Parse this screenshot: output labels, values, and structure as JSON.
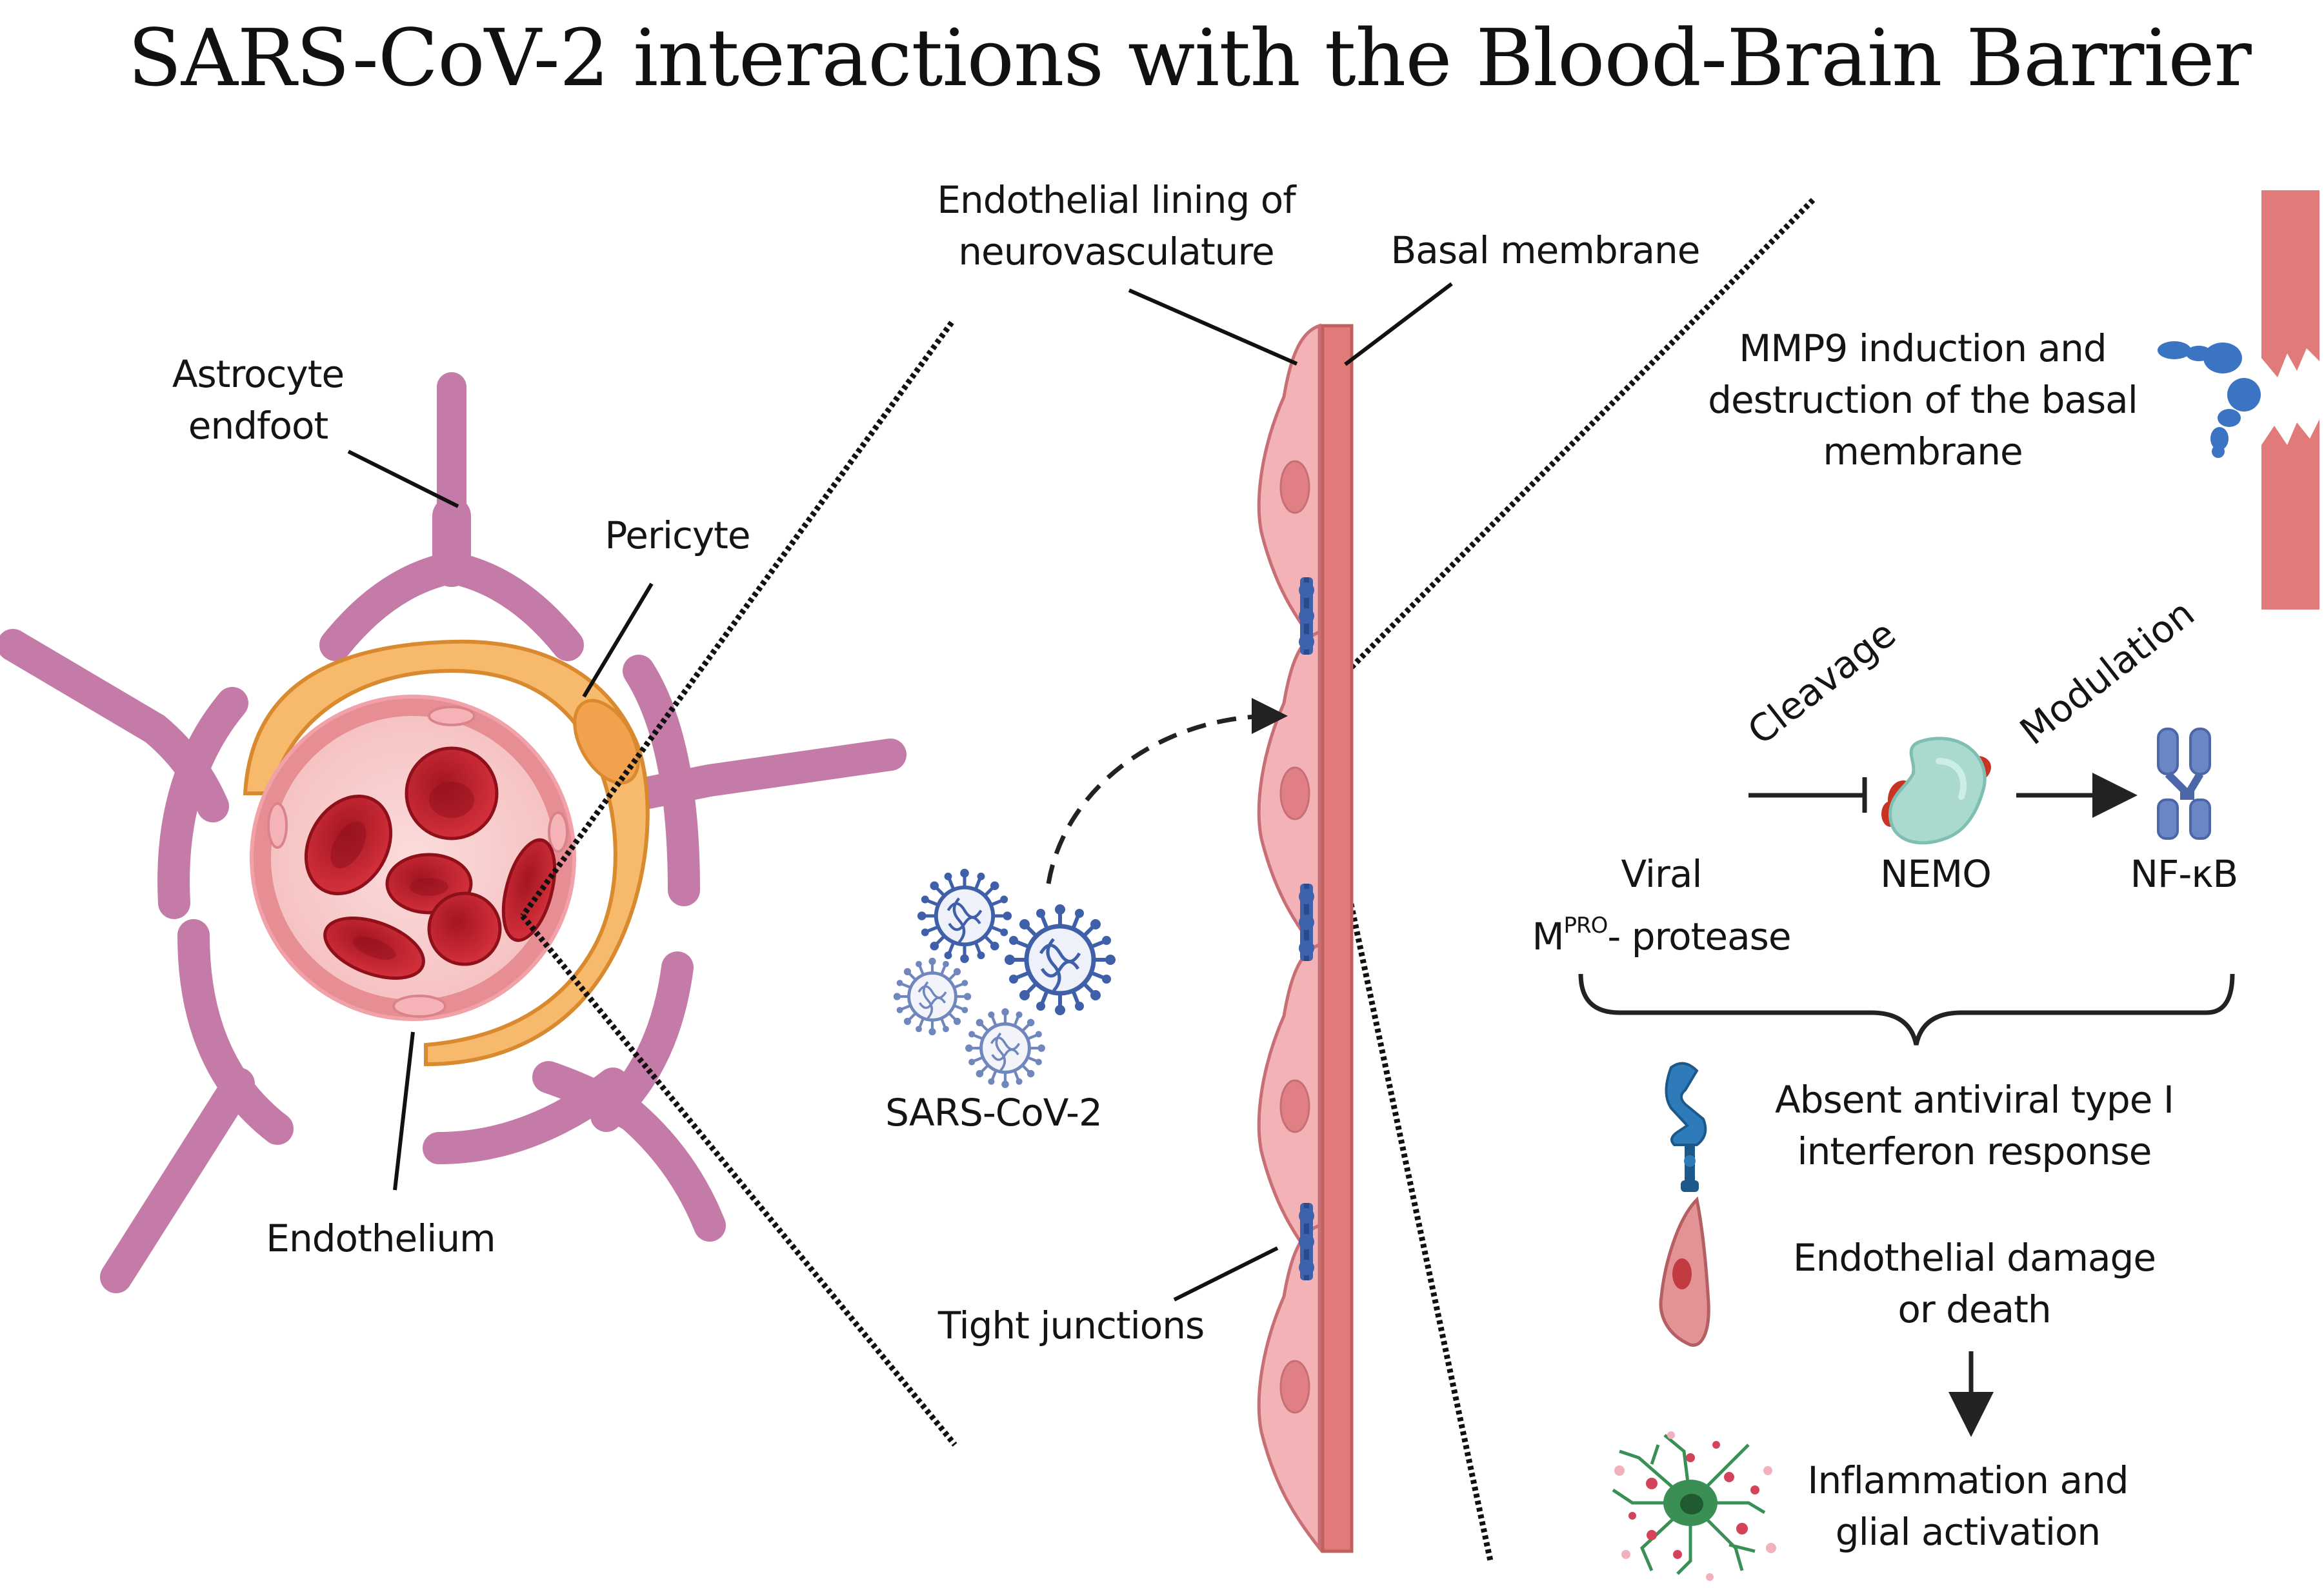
{
  "title": "SARS-CoV-2 interactions with the Blood-Brain Barrier",
  "left_panel": {
    "astrocyte": [
      "Astrocyte",
      "endfoot"
    ],
    "pericyte": "Pericyte",
    "endothelium": "Endothelium"
  },
  "middle_panel": {
    "endothelial_lining": [
      "Endothelial lining of",
      "neurovasculature"
    ],
    "basal_membrane": "Basal membrane",
    "sars_cov_2": "SARS-CoV-2",
    "tight_junctions": "Tight junctions"
  },
  "right_panel": {
    "mmp9": [
      "MMP9 induction and",
      "destruction of the basal",
      "membrane"
    ],
    "cleavage": "Cleavage",
    "modulation": "Modulation",
    "viral_line1": "Viral",
    "viral_m": "M",
    "viral_sup": "PRO",
    "viral_rest": "- protease",
    "nemo": "NEMO",
    "nfkb": "NF-κB",
    "interferon": [
      "Absent antiviral type I",
      "interferon response"
    ],
    "endo_damage": [
      "Endothelial damage",
      "or death"
    ],
    "inflammation": [
      "Inflammation and",
      "glial activation"
    ]
  },
  "colors": {
    "astrocyte": "#c47ba8",
    "pericyte": "#f7b96c",
    "endothelium": "#f0a2a8",
    "rbc": "#c0202a",
    "basal_membrane": "#e07b7a",
    "virus": "#3f60a8",
    "protease": "#c83322",
    "nemo": "#a9d9cf",
    "nfkb": "#6b86c4"
  }
}
